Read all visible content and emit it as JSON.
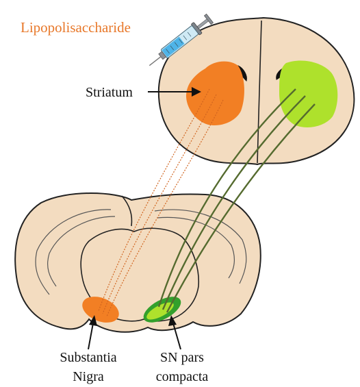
{
  "labels": {
    "injected_compound": "Lipopolisaccharide",
    "striatum": "Striatum",
    "substantia_nigra_line1": "Substantia",
    "substantia_nigra_line2": "Nigra",
    "sn_pars_compacta_line1": "SN pars",
    "sn_pars_compacta_line2": "compacta"
  },
  "colors": {
    "tissue": "#f3dcc0",
    "outline": "#222222",
    "lesion": "#f27f24",
    "healthy": "#aee12c",
    "healthy_dark": "#33a02c",
    "fiber_healthy": "#556b2f",
    "fiber_lesion": "#d0641f",
    "label_accent": "#e8782a"
  },
  "icons": {
    "syringe": "syringe-icon"
  }
}
